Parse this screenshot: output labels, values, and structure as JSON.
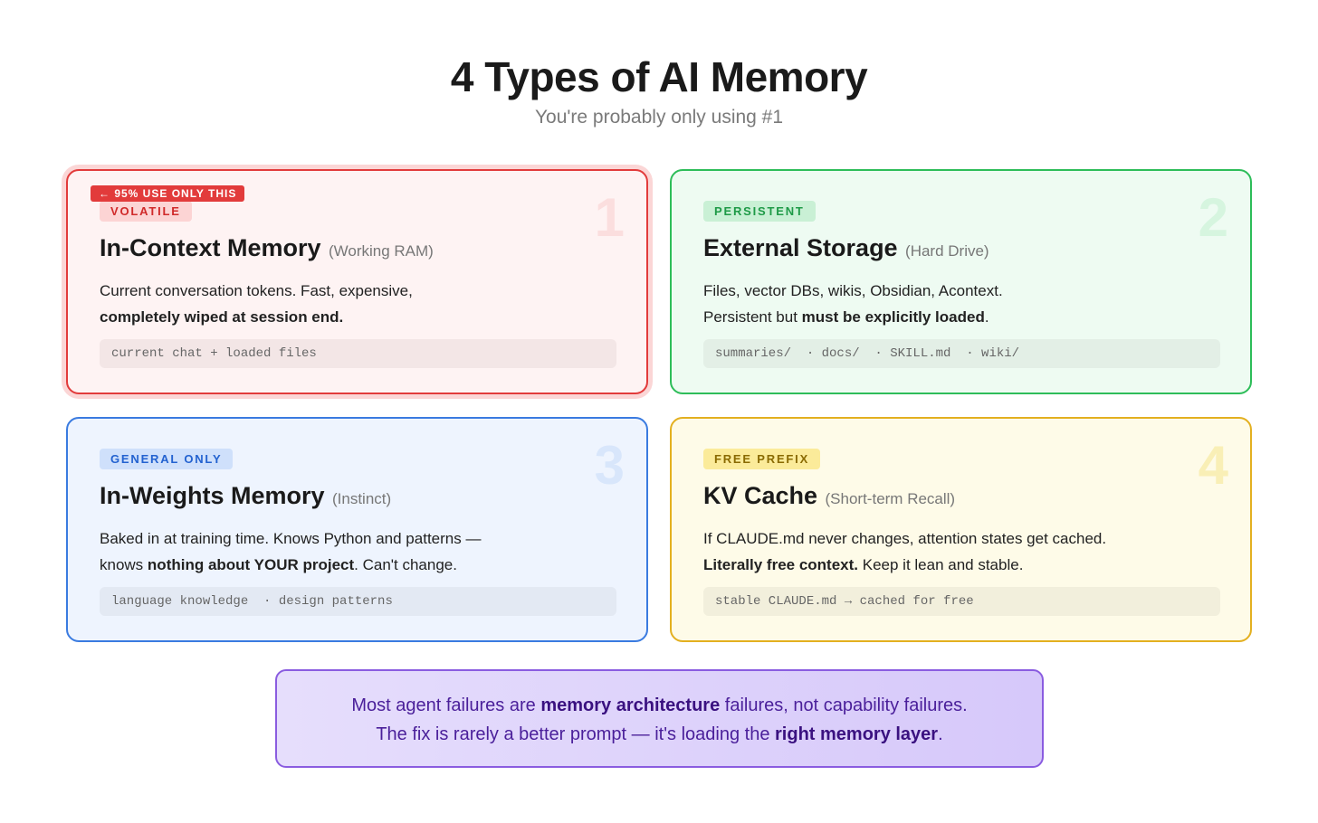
{
  "header": {
    "title": "4 Types of AI Memory",
    "subtitle": "You're probably only using #1"
  },
  "cards": [
    {
      "number": "1",
      "flag": "← 95% USE ONLY THIS",
      "badge": "VOLATILE",
      "title": "In-Context Memory",
      "subtitle": "(Working RAM)",
      "desc_line1": "Current conversation tokens. Fast, expensive,",
      "desc_line2_bold": "completely wiped at session end.",
      "code": "current chat + loaded files",
      "accent_color": "#e23b3b"
    },
    {
      "number": "2",
      "badge": "PERSISTENT",
      "title": "External Storage",
      "subtitle": "(Hard Drive)",
      "desc_line1": "Files, vector DBs, wikis, Obsidian, Acontext.",
      "desc_line2_pre": "Persistent but ",
      "desc_line2_bold": "must be explicitly loaded",
      "desc_line2_post": ".",
      "code": "summaries/  · docs/  · SKILL.md  · wiki/",
      "accent_color": "#2dbd59"
    },
    {
      "number": "3",
      "badge": "GENERAL ONLY",
      "title": "In-Weights Memory",
      "subtitle": "(Instinct)",
      "desc_line1": "Baked in at training time. Knows Python and patterns —",
      "desc_line2_pre": "knows ",
      "desc_line2_bold": "nothing about YOUR project",
      "desc_line2_post": ". Can't change.",
      "code": "language knowledge  · design patterns",
      "accent_color": "#3a7be0"
    },
    {
      "number": "4",
      "badge": "FREE PREFIX",
      "title": "KV Cache",
      "subtitle": "(Short-term Recall)",
      "desc_line1": "If CLAUDE.md never changes, attention states get cached.",
      "desc_line2_bold": "Literally free context.",
      "desc_line2_post": " Keep it lean and stable.",
      "code": "stable CLAUDE.md → cached for free",
      "accent_color": "#e3b020"
    }
  ],
  "footer": {
    "line1_pre": "Most agent failures are ",
    "line1_bold": "memory architecture",
    "line1_post": " failures, not capability failures.",
    "line2_pre": "The fix is rarely a better prompt — it's loading the ",
    "line2_bold": "right memory layer",
    "line2_post": ".",
    "accent_color": "#8a5ce0"
  }
}
